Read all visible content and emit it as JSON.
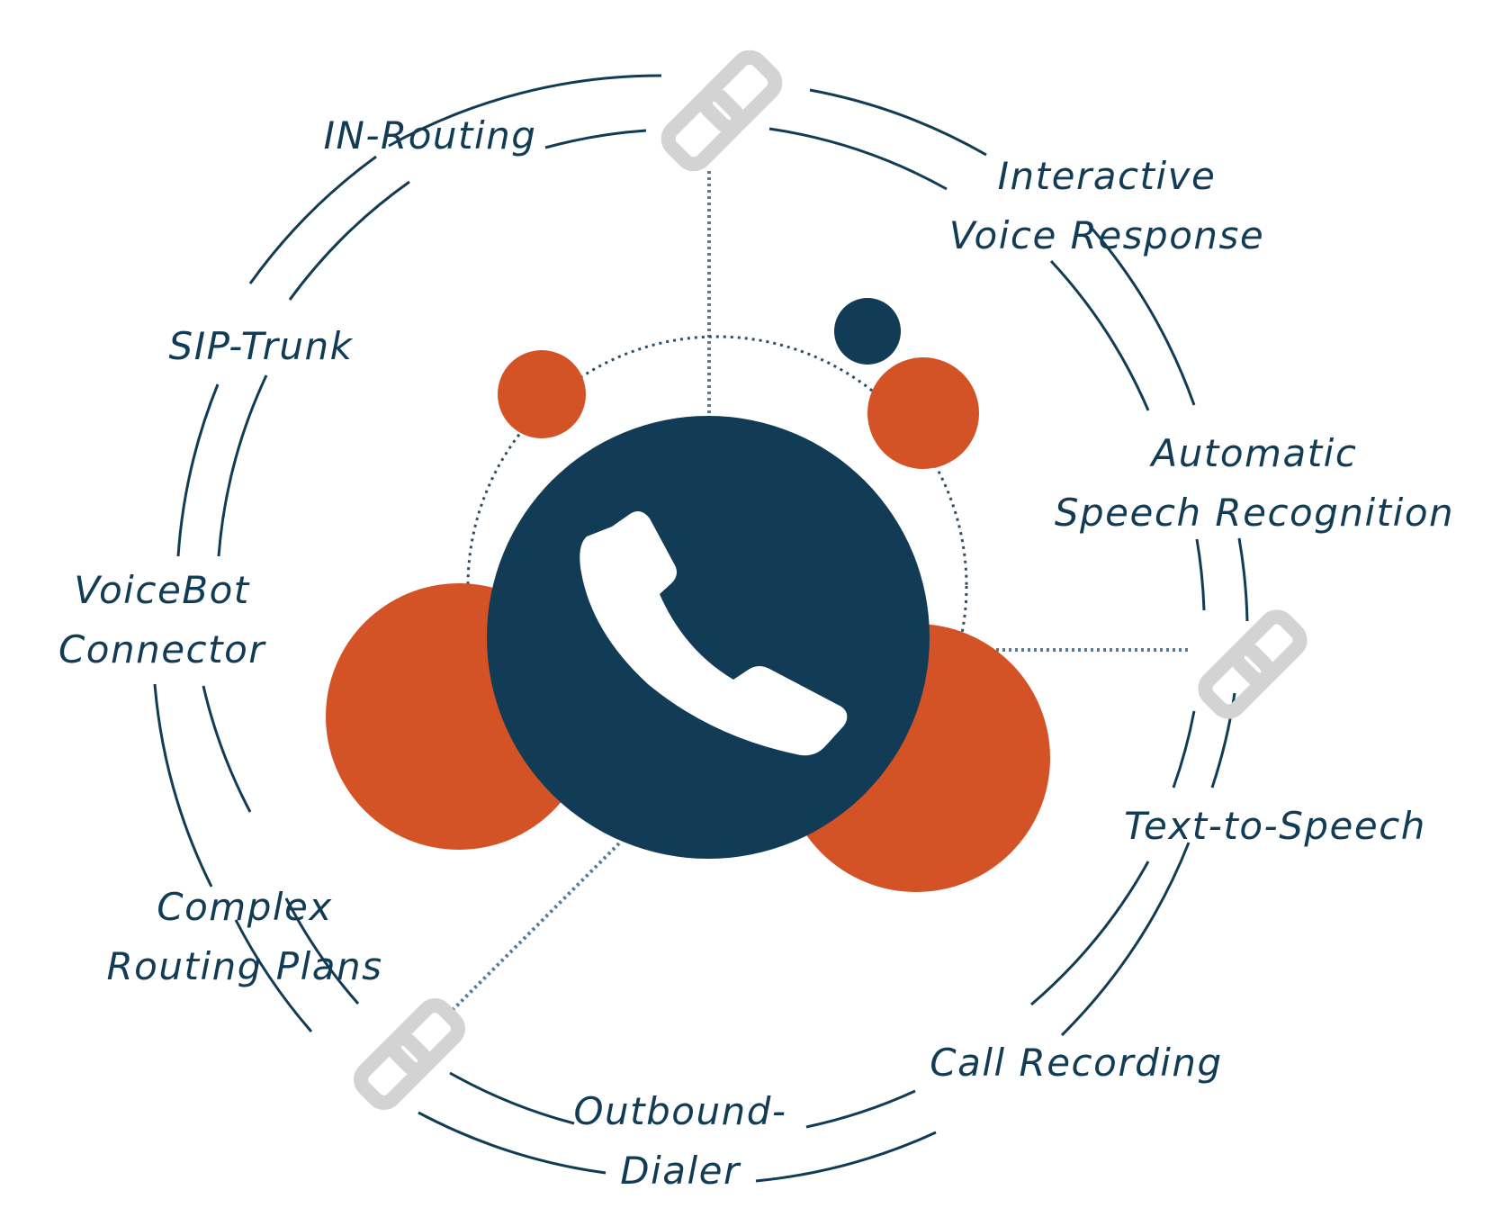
{
  "colors": {
    "navy": "#123c55",
    "orange": "#d35226",
    "chain": "#d3d3d3",
    "white": "#ffffff"
  },
  "center": {
    "icon": "phone-handset-icon"
  },
  "links": {
    "icon": "chain-link-icon"
  },
  "labels": {
    "in_routing": {
      "line1": "IN-Routing"
    },
    "ivr": {
      "line1": "Interactive",
      "line2": "Voice Response"
    },
    "sip_trunk": {
      "line1": "SIP-Trunk"
    },
    "asr": {
      "line1": "Automatic",
      "line2": "Speech Recognition"
    },
    "voicebot": {
      "line1": "VoiceBot",
      "line2": "Connector"
    },
    "tts": {
      "line1": "Text-to-Speech"
    },
    "complex_routing": {
      "line1": "Complex",
      "line2": "Routing Plans"
    },
    "call_recording": {
      "line1": "Call Recording"
    },
    "outbound_dialer": {
      "line1": "Outbound-",
      "line2": "Dialer"
    }
  }
}
